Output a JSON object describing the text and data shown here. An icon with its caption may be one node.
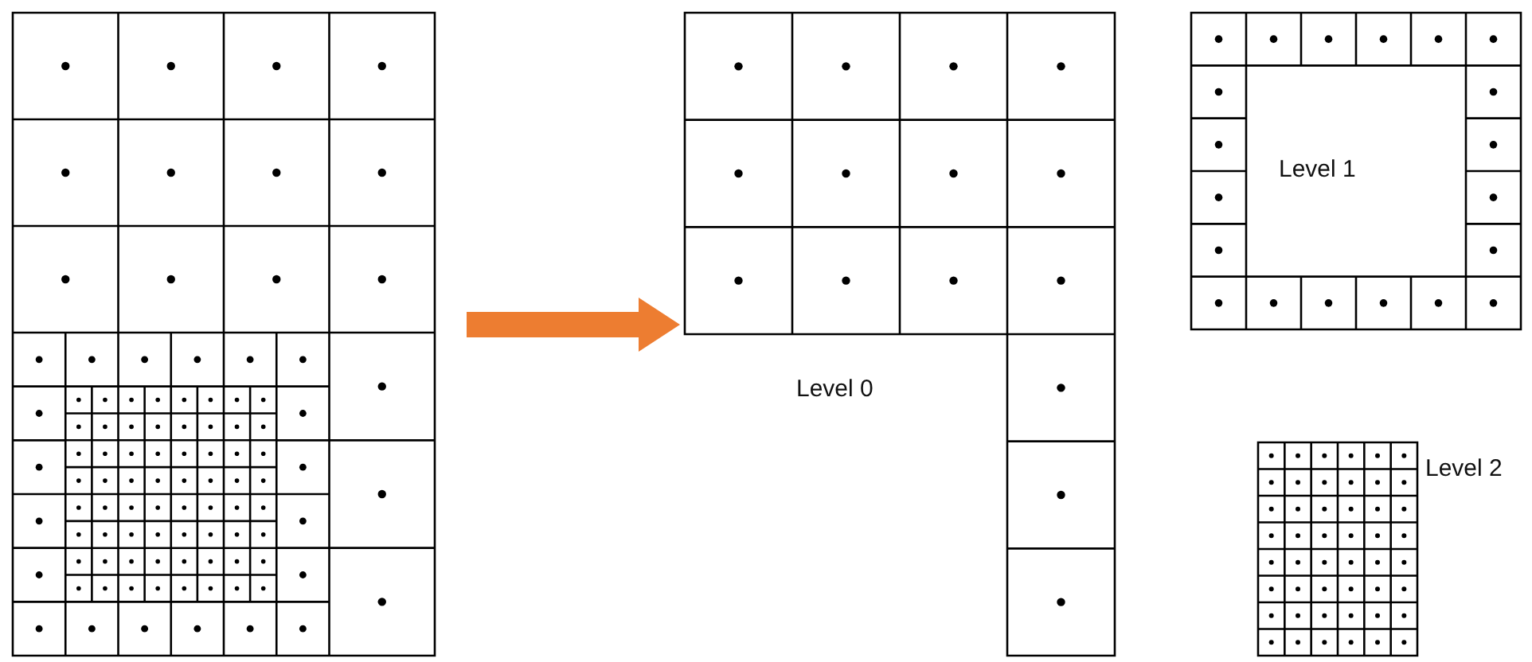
{
  "diagram": {
    "nodes": [
      {
        "text": [],
        "shape": "picture"
      },
      {
        "text": [
          "Level 0"
        ]
      },
      {
        "text": [
          "Level 1"
        ]
      },
      {
        "text": [
          "Level 2"
        ]
      }
    ],
    "edges": [
      {
        "from": 0,
        "to": 1,
        "arrow": "to"
      }
    ]
  }
}
